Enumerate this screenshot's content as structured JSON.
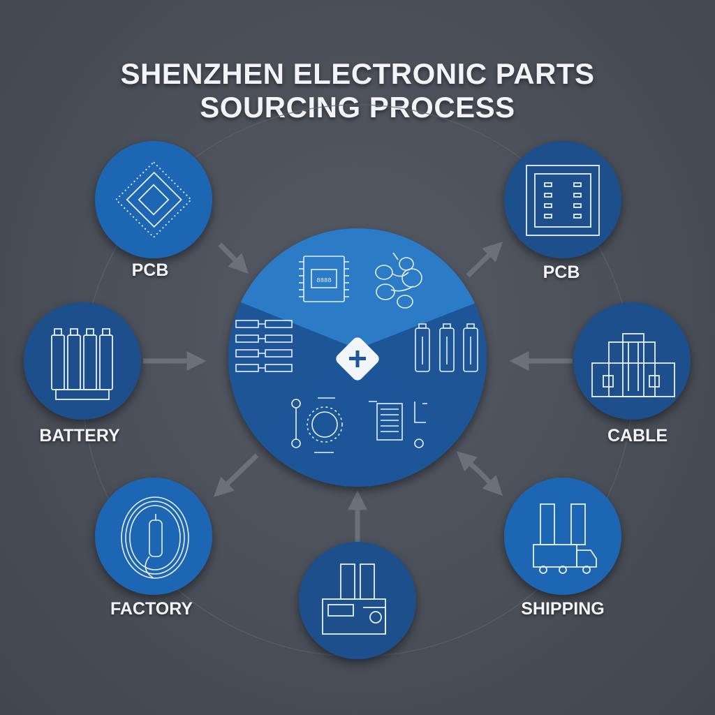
{
  "title": {
    "line1": "SHENZHEN ELECTRONIC PARTS",
    "line2": "SOURCING PROCESS"
  },
  "nodes": [
    {
      "id": "pcb-left",
      "label": "PCB",
      "icon": "chip-icon"
    },
    {
      "id": "pcb-right",
      "label": "PCB",
      "icon": "circuit-board-icon"
    },
    {
      "id": "battery",
      "label": "BATTERY",
      "icon": "battery-cells-icon"
    },
    {
      "id": "cable",
      "label": "CABLE",
      "icon": "building-icon"
    },
    {
      "id": "factory",
      "label": "FACTORY",
      "icon": "cable-coil-icon"
    },
    {
      "id": "shipping",
      "label": "SHIPPING",
      "icon": "truck-icon"
    },
    {
      "id": "bottom",
      "label": "",
      "icon": "factory-icon"
    }
  ],
  "hub": {
    "icon": "plus-icon",
    "chip_text": "8888",
    "sections": [
      "chip-icon",
      "components-icon",
      "resistors-icon",
      "batteries-icon",
      "gear-icon",
      "circuit-icon"
    ]
  },
  "colors": {
    "background": "#4a4f58",
    "node_fill": "#1f5fa8",
    "node_dark": "#1a4f8c",
    "hub_light": "#2b78c4",
    "hub_dark": "#1e5699",
    "line": "#dfe8f5",
    "arrow": "#6b7079"
  }
}
